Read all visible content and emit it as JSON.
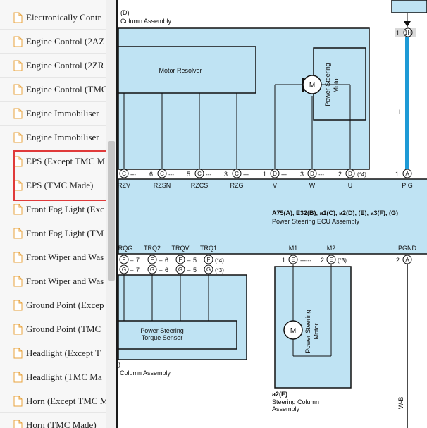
{
  "sidebar": {
    "items": [
      {
        "label": "Electronically Contr"
      },
      {
        "label": "Engine Control (2AZ"
      },
      {
        "label": "Engine Control (2ZR"
      },
      {
        "label": "Engine Control (TMC"
      },
      {
        "label": "Engine Immobiliser"
      },
      {
        "label": "Engine Immobiliser"
      },
      {
        "label": "EPS (Except TMC M"
      },
      {
        "label": "EPS (TMC Made)"
      },
      {
        "label": "Front Fog Light (Exc"
      },
      {
        "label": "Front Fog Light (TM"
      },
      {
        "label": "Front Wiper and Was"
      },
      {
        "label": "Front Wiper and Was"
      },
      {
        "label": "Ground Point (Excep"
      },
      {
        "label": "Ground Point (TMC"
      },
      {
        "label": "Headlight (Except T"
      },
      {
        "label": "Headlight (TMC Ma"
      },
      {
        "label": "Horn (Except TMC M"
      },
      {
        "label": "Horn (TMC Made)"
      }
    ]
  },
  "diagram": {
    "top_left": {
      "code": "(D)",
      "name": "Column Assembly"
    },
    "motor_resolver": "Motor Resolver",
    "ps_motor_label": [
      "Power Steering",
      "Motor"
    ],
    "top_right_pin": {
      "num": "1",
      "conn": "1H"
    },
    "wire_color": "L",
    "top_pins": [
      {
        "label": "RZV",
        "conn": "C",
        "num": ""
      },
      {
        "label": "RZSN",
        "conn": "C",
        "num": "6"
      },
      {
        "label": "RZCS",
        "conn": "C",
        "num": "5"
      },
      {
        "label": "RZG",
        "conn": "C",
        "num": "3"
      },
      {
        "label": "V",
        "conn": "D",
        "num": "1"
      },
      {
        "label": "W",
        "conn": "D",
        "num": "3"
      },
      {
        "label": "U",
        "conn": "D",
        "num": "2"
      },
      {
        "label": "PIG",
        "conn": "A",
        "num": "1"
      }
    ],
    "top_pins_note": "(*4)",
    "ecu": {
      "code": "A75(A), E32(B), a1(C), a2(D), (E), a3(F), (G)",
      "name": "Power Steering ECU Assembly"
    },
    "bottom_labels": [
      "RQG",
      "TRQ2",
      "TRQV",
      "TRQ1",
      "M1",
      "M2",
      "PGND"
    ],
    "f_pins": {
      "conn": "F",
      "nums": [
        "7",
        "6",
        "5"
      ],
      "note": "(*4)"
    },
    "g_pins": {
      "conn": "G",
      "nums": [
        "7",
        "6",
        "5"
      ],
      "note": "(*3)"
    },
    "e_pins": {
      "conn": "E",
      "nums": [
        "1",
        "2"
      ],
      "note": "(*3)"
    },
    "pgnd_pin": {
      "num": "2",
      "conn": "A"
    },
    "torque_sensor": [
      "Power Steering",
      "Torque Sensor"
    ],
    "motor_symbol": "M",
    "bottom_left": {
      "code": ")",
      "name": "Column Assembly"
    },
    "bottom_right": {
      "code": "a2(E)",
      "name": [
        "Steering Column",
        "Assembly"
      ]
    },
    "ground_wire": "W-B",
    "colors": {
      "fill": "#bfe3f3",
      "wire": "#1e9ad6",
      "highlight": "#e03a3a"
    }
  }
}
